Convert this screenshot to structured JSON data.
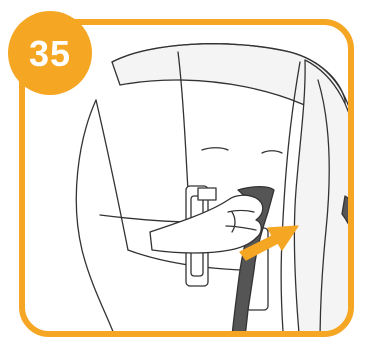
{
  "step": {
    "number": "35"
  },
  "colors": {
    "accent": "#F5A623",
    "line": "#333333",
    "strap": "#555555",
    "seat_shade": "#f4f4f4"
  },
  "icons": [
    "step-number-badge",
    "push-arrow-icon",
    "hand-illustration"
  ]
}
